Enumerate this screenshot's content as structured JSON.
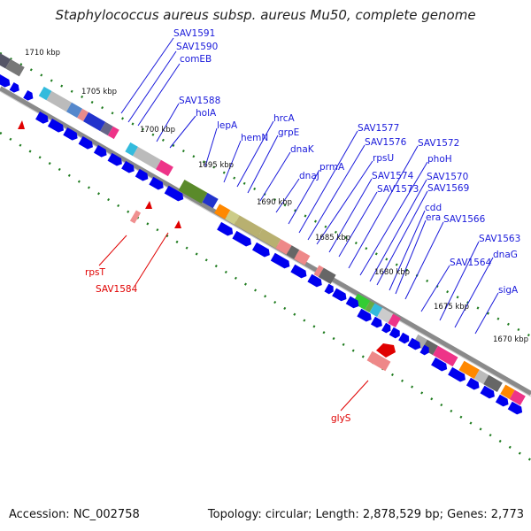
{
  "title": "Staphylococcus aureus subsp. aureus Mu50, complete genome",
  "footer": {
    "accession": "Accession: NC_002758",
    "summary": "Topology: circular; Length: 2,878,529 bp; Genes: 2,773"
  },
  "colors": {
    "cds_arrow": "#0000ee",
    "backbone": "#8a8a8a",
    "tick_dots": "#1e7b1e",
    "label_blue": "#1a1adb",
    "label_red": "#e00000"
  },
  "scale_labels": [
    "1710 kbp",
    "1705 kbp",
    "1700 kbp",
    "1695 kbp",
    "1690 kbp",
    "1685 kbp",
    "1680 kbp",
    "1675 kbp",
    "1670 kbp"
  ],
  "gene_labels_blue": [
    "SAV1591",
    "SAV1590",
    "comEB",
    "SAV1588",
    "holA",
    "lepA",
    "hemN",
    "hrcA",
    "grpE",
    "dnaK",
    "dnaJ",
    "prmA",
    "SAV1577",
    "SAV1576",
    "rpsU",
    "SAV1574",
    "SAV1573",
    "SAV1572",
    "phoH",
    "SAV1570",
    "SAV1569",
    "cdd",
    "era",
    "SAV1566",
    "SAV1564",
    "SAV1563",
    "dnaG",
    "sigA"
  ],
  "gene_labels_red": [
    "rpsT",
    "SAV1584",
    "glyS"
  ]
}
